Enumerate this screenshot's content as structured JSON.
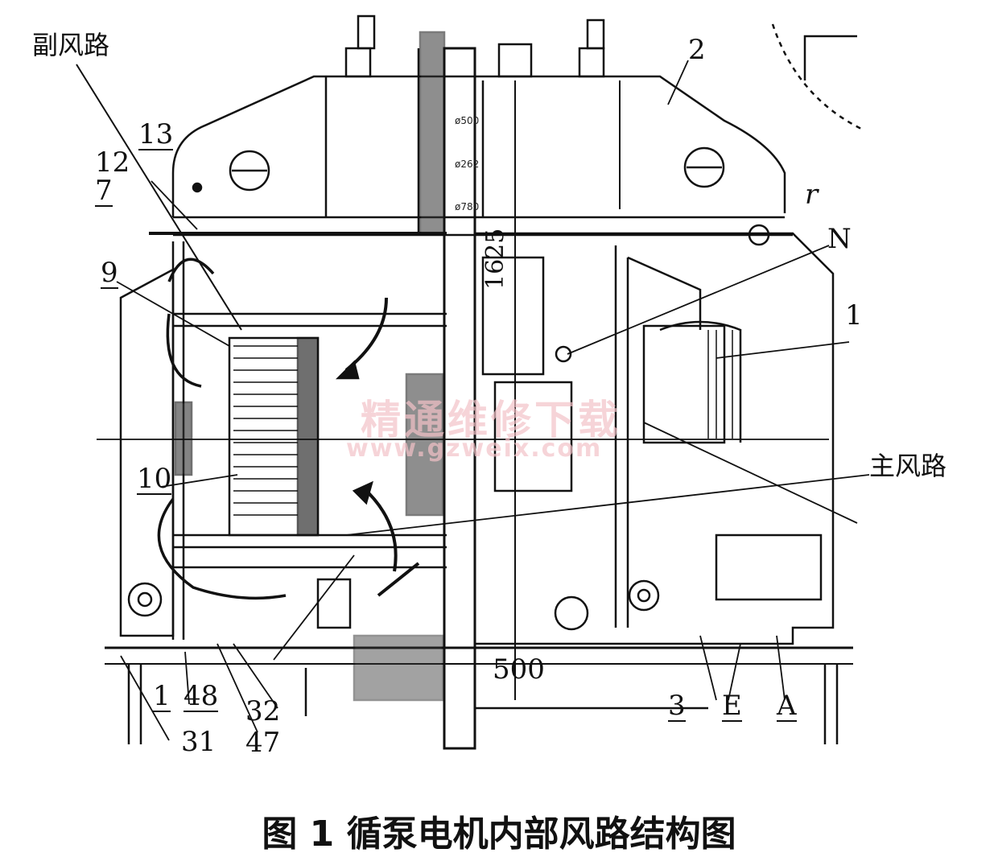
{
  "labels": {
    "fu_feng_lu": "副风路",
    "zhu_feng_lu": "主风路",
    "n13": "13",
    "n12": "12",
    "n7": "7",
    "n9": "9",
    "n10": "10",
    "n2": "2",
    "nr": "r",
    "nN": "N",
    "n1r": "1",
    "n1b": "1",
    "n48": "48",
    "n31": "31",
    "n32": "32",
    "n47": "47",
    "n3": "3",
    "nE": "E",
    "nA": "A",
    "n500": "500"
  },
  "dimensions": {
    "d1625": "1625",
    "d500": "ø500",
    "d262": "ø262",
    "d780": "ø780"
  },
  "watermark": {
    "line1": "精通维修下载",
    "line2": "www.gzweix.com"
  },
  "caption": "图 1    循泵电机内部风路结构图"
}
